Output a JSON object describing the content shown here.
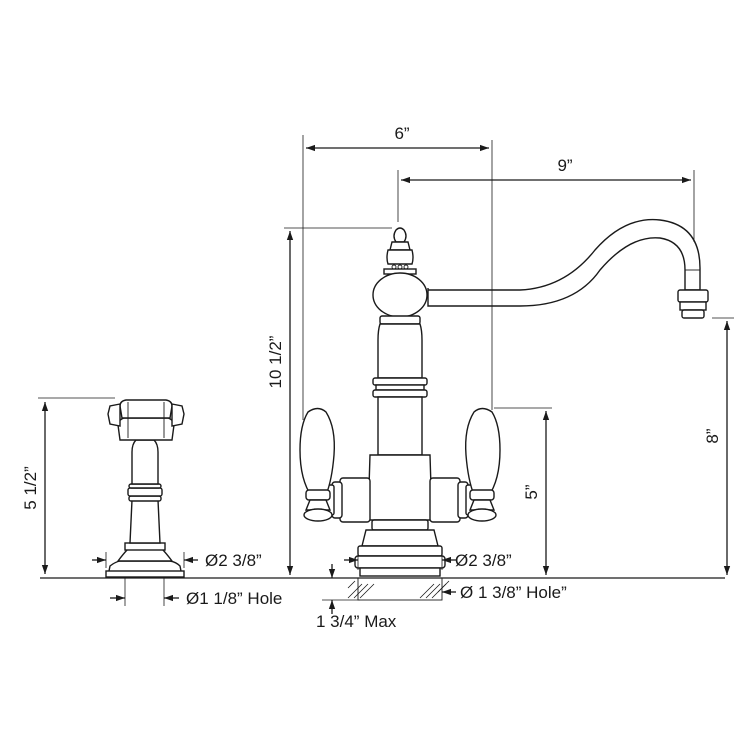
{
  "dimensions": {
    "spout_reach_from_center": "6”",
    "spout_projection": "9”",
    "overall_height": "10 1/2”",
    "spout_outlet_height": "8”",
    "handle_height": "5”",
    "sprayer_height": "5 1/2”",
    "sprayer_base_diameter": "Ø2 3/8”",
    "sprayer_hole": "Ø1 1/8” Hole",
    "faucet_base_diameter": "Ø2 3/8”",
    "faucet_hole": "Ø 1 3/8” Hole”",
    "deck_thickness": "1 3/4” Max"
  },
  "components": {
    "faucet": "faucet-body",
    "spout": "spout",
    "left_handle": "lever-handle",
    "right_handle": "lever-handle",
    "side_sprayer": "side-sprayer"
  }
}
